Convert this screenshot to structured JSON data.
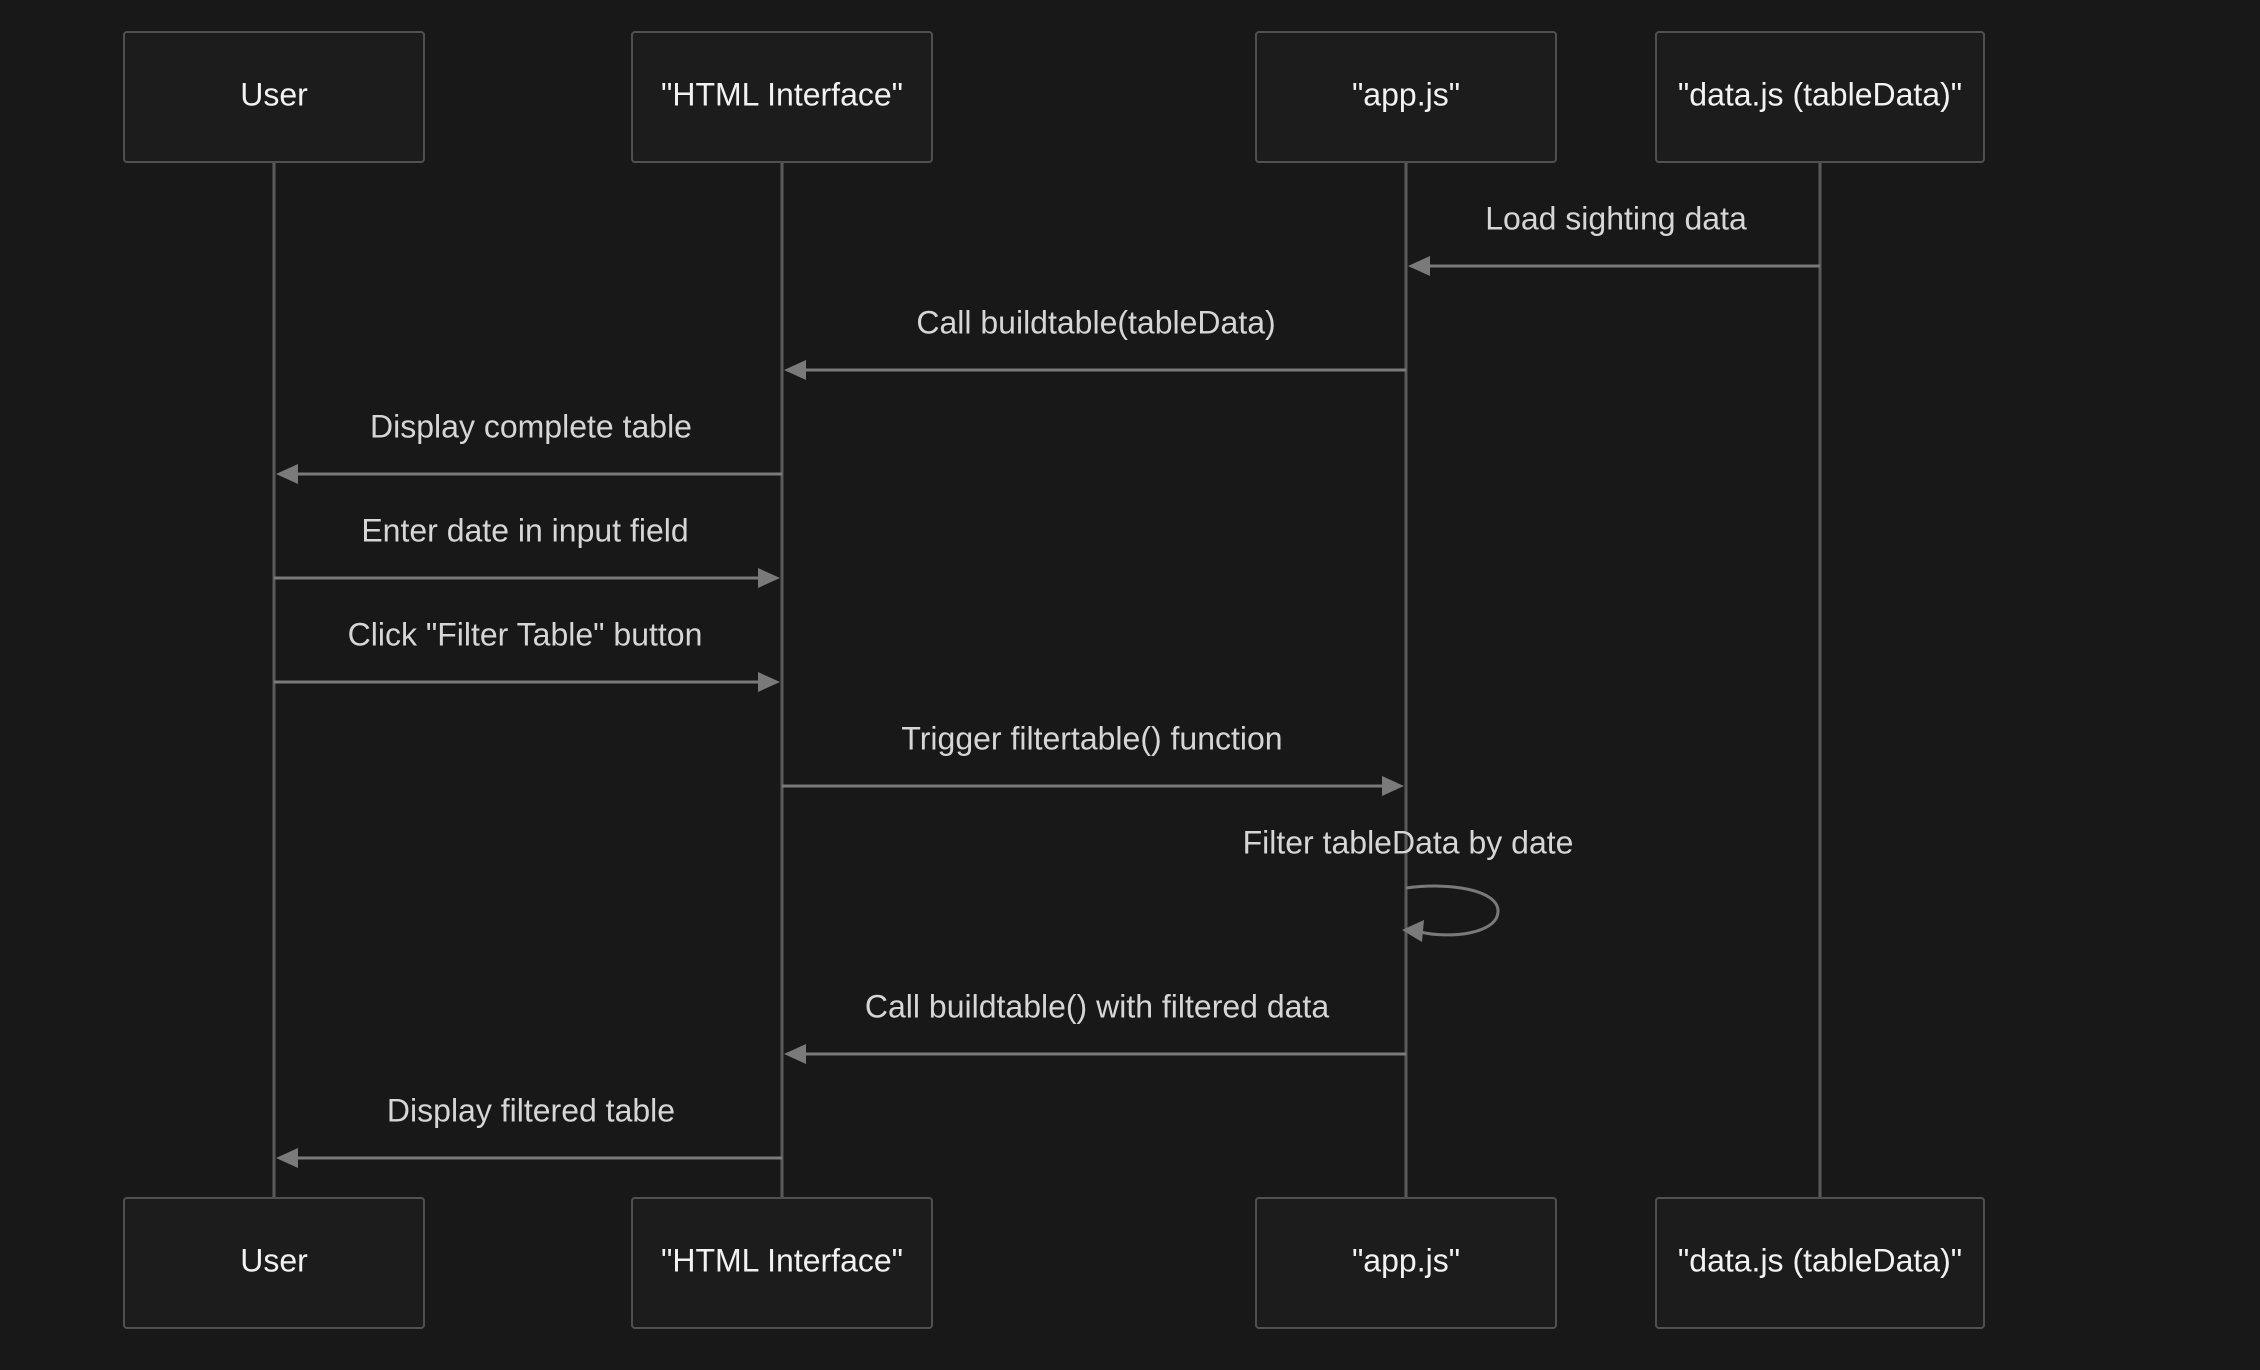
{
  "participants": [
    {
      "id": "user",
      "label": "User"
    },
    {
      "id": "html",
      "label": "\"HTML Interface\""
    },
    {
      "id": "app",
      "label": "\"app.js\""
    },
    {
      "id": "data",
      "label": "\"data.js (tableData)\""
    }
  ],
  "messages": [
    {
      "from": "data",
      "to": "app",
      "label": "Load sighting data"
    },
    {
      "from": "app",
      "to": "html",
      "label": "Call buildtable(tableData)"
    },
    {
      "from": "html",
      "to": "user",
      "label": "Display complete table"
    },
    {
      "from": "user",
      "to": "html",
      "label": "Enter date in input field"
    },
    {
      "from": "user",
      "to": "html",
      "label": "Click \"Filter Table\" button"
    },
    {
      "from": "html",
      "to": "app",
      "label": "Trigger filtertable() function"
    },
    {
      "from": "app",
      "to": "app",
      "label": "Filter tableData by date"
    },
    {
      "from": "app",
      "to": "html",
      "label": "Call buildtable() with filtered data"
    },
    {
      "from": "html",
      "to": "user",
      "label": "Display filtered table"
    }
  ],
  "colors": {
    "background": "#181818",
    "line": "#7a7a7a",
    "text": "#d6d6d6"
  }
}
